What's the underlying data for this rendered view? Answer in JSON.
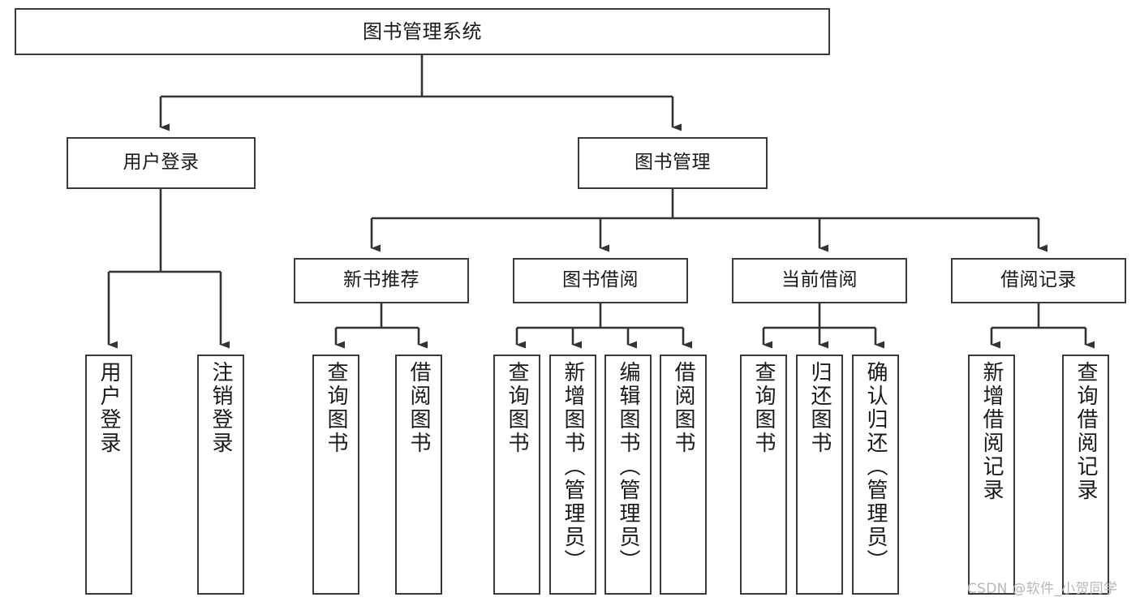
{
  "diagram": {
    "title": "图书管理系统",
    "type": "tree-hierarchy-diagram",
    "colors": {
      "box_border": "#3a3a3a",
      "box_fill": "#ffffff",
      "connector": "#333333",
      "text": "#1a1a1a",
      "watermark": "#b8b8b8",
      "background": "#ffffff"
    },
    "nodes": {
      "root": {
        "label": "图书管理系统"
      },
      "level2": [
        {
          "label": "用户登录"
        },
        {
          "label": "图书管理"
        }
      ],
      "level3": [
        {
          "label": "新书推荐"
        },
        {
          "label": "图书借阅"
        },
        {
          "label": "当前借阅"
        },
        {
          "label": "借阅记录"
        }
      ],
      "leaves": {
        "user_login": [
          {
            "label": "用户登录"
          },
          {
            "label": "注销登录"
          }
        ],
        "new_book_recommend": [
          {
            "label": "查询图书"
          },
          {
            "label": "借阅图书"
          }
        ],
        "book_borrow": [
          {
            "label": "查询图书"
          },
          {
            "label": "新增图书（管理员）"
          },
          {
            "label": "编辑图书（管理员）"
          },
          {
            "label": "借阅图书"
          }
        ],
        "current_borrow": [
          {
            "label": "查询图书"
          },
          {
            "label": "归还图书"
          },
          {
            "label": "确认归还（管理员）"
          }
        ],
        "borrow_record": [
          {
            "label": "新增借阅记录"
          },
          {
            "label": "查询借阅记录"
          }
        ]
      }
    },
    "watermark": "CSDN @软件_小贺同学"
  }
}
